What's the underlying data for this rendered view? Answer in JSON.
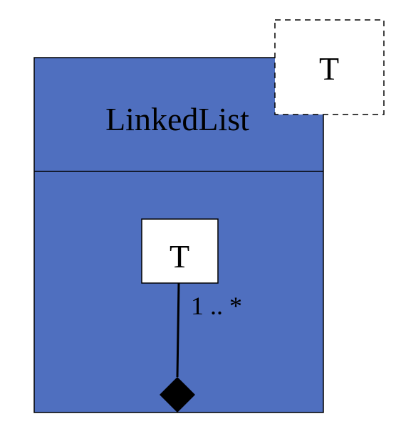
{
  "diagram": {
    "class": {
      "name": "LinkedList",
      "template_param": "T",
      "fill": "#4F6FBF",
      "stroke": "#000000"
    },
    "inner": {
      "param": "T",
      "multiplicity": "1 .. *",
      "fill": "#FFFFFF",
      "stroke": "#000000"
    },
    "relationship": {
      "type": "composition"
    }
  }
}
